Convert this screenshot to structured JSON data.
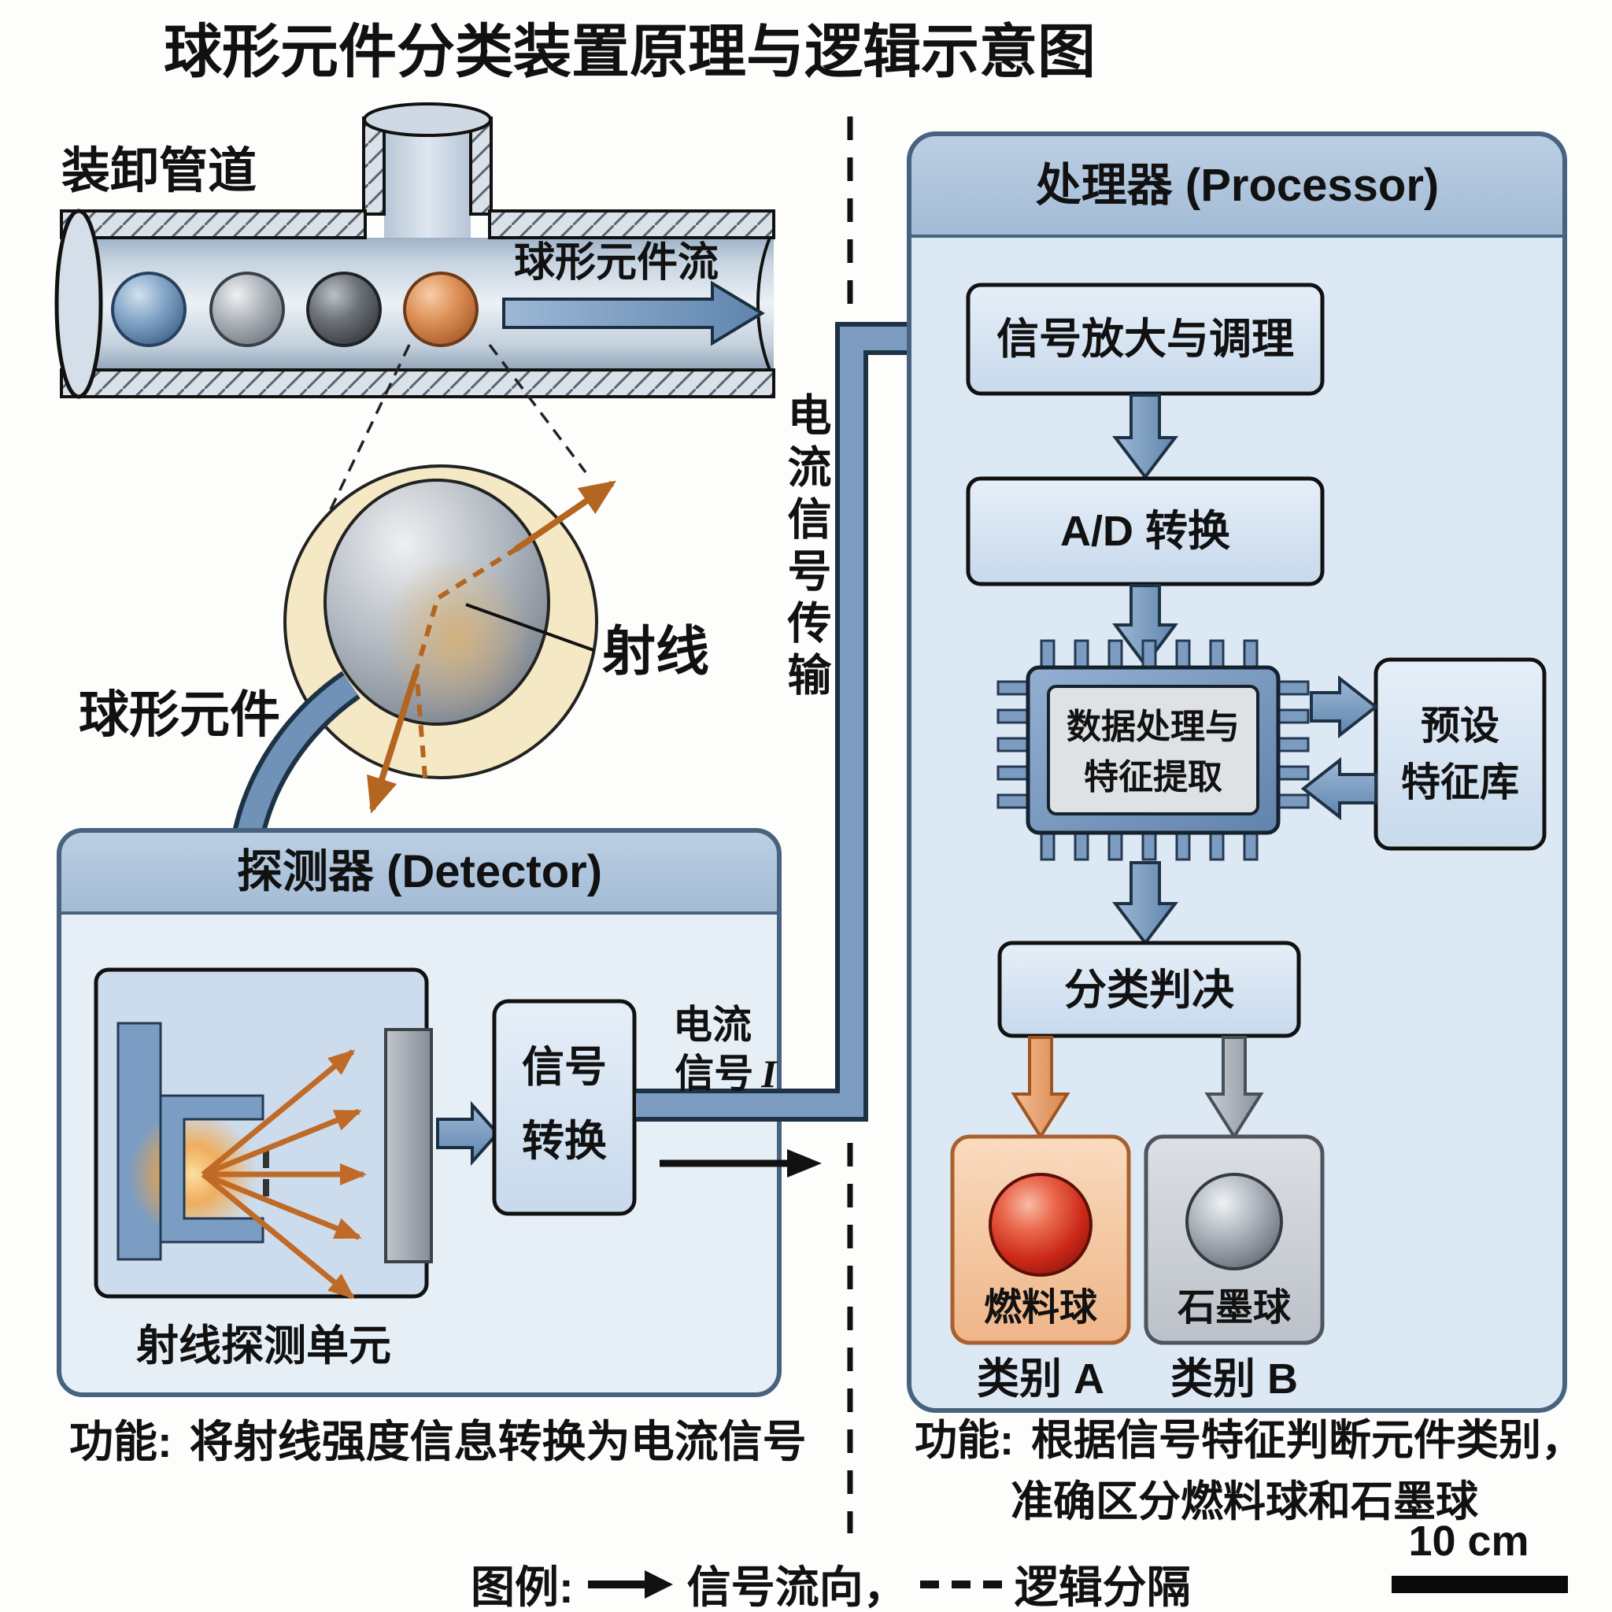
{
  "title": "球形元件分类装置原理与逻辑示意图",
  "colors": {
    "accent_blue": "#5f85ae",
    "panel_blue": "#dce8f4",
    "header_blue": "#aec4db",
    "halo_cream": "#f5e8c4",
    "ray_orange": "#c06a28",
    "fuel_red": "#cc2818",
    "graphite_gray": "#7d858e",
    "card_orange": "#f3c49c",
    "card_gray": "#cdd1d7"
  },
  "pipe": {
    "label": "装卸管道",
    "flow_label": "球形元件流"
  },
  "sphere": {
    "label": "球形元件",
    "ray_label": "射线"
  },
  "signal": {
    "vertical_label": "电流信号传输",
    "current_l1": "电流",
    "current_l2": "信号",
    "current_symbol": "I"
  },
  "detector": {
    "header": "探测器 (Detector)",
    "unit_label": "射线探测单元",
    "convert_l1": "信号",
    "convert_l2": "转换",
    "function_label": "功能:",
    "function_text": "将射线强度信息转换为电流信号"
  },
  "processor": {
    "header": "处理器 (Processor)",
    "amplify": "信号放大与调理",
    "adc": "A/D 转换",
    "chip_l1": "数据处理与",
    "chip_l2": "特征提取",
    "library_l1": "预设",
    "library_l2": "特征库",
    "decision": "分类判决",
    "card_a": {
      "label": "燃料球",
      "class": "类别 A"
    },
    "card_b": {
      "label": "石墨球",
      "class": "类别 B"
    },
    "function_label": "功能:",
    "function_l1": "根据信号特征判断元件类别，",
    "function_l2": "准确区分燃料球和石墨球"
  },
  "legend": {
    "prefix": "图例:",
    "flow": "信号流向，",
    "divider": "逻辑分隔"
  },
  "scale_bar": {
    "label": "10 cm"
  }
}
